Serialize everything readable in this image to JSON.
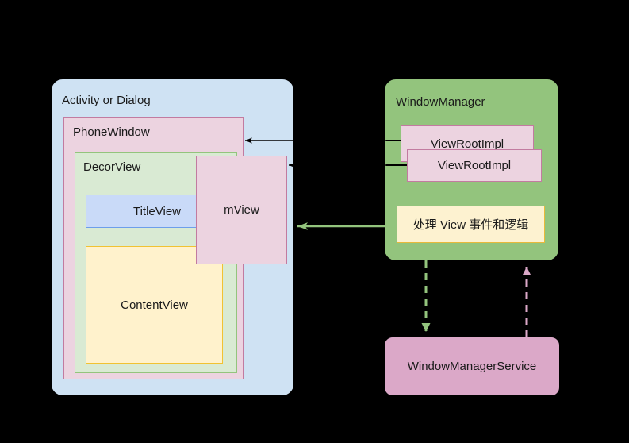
{
  "diagram": {
    "title": "Android Window / View hierarchy",
    "background_color": "#000000",
    "nodes": {
      "activity": {
        "label": "Activity or Dialog",
        "fill": "#cfe2f3",
        "stroke": "#cfe2f3",
        "shape": "rounded-rect"
      },
      "phone_window": {
        "label": "PhoneWindow",
        "fill": "#ecd3e0",
        "stroke": "#c27ba0",
        "shape": "rect"
      },
      "decor_view": {
        "label": "DecorView",
        "fill": "#d9ead3",
        "stroke": "#93c47d",
        "shape": "rect"
      },
      "title_view": {
        "label": "TitleView",
        "fill": "#c9daf8",
        "stroke": "#6d9eeb",
        "shape": "rect"
      },
      "content_view": {
        "label": "ContentView",
        "fill": "#fff2cc",
        "stroke": "#f1c232",
        "shape": "rect"
      },
      "m_view": {
        "label": "mView",
        "fill": "#ecd3e0",
        "stroke": "#c27ba0",
        "shape": "rect"
      },
      "window_manager": {
        "label": "WindowManager",
        "fill": "#93c47d",
        "stroke": "#93c47d",
        "shape": "rounded-rect"
      },
      "view_root_impl_back": {
        "label": "ViewRootImpl",
        "fill": "#ecd3e0",
        "stroke": "#c27ba0",
        "shape": "rect"
      },
      "view_root_impl_front": {
        "label": "ViewRootImpl",
        "fill": "#ecd3e0",
        "stroke": "#c27ba0",
        "shape": "rect"
      },
      "handler_note": {
        "label": "处理 View 事件和逻辑",
        "fill": "#fdf2d0",
        "stroke": "#e8b93a",
        "shape": "rect"
      },
      "window_manager_service": {
        "label": "WindowManagerService",
        "fill": "#dba8c8",
        "stroke": "#dba8c8",
        "shape": "rounded-rect"
      }
    },
    "edges": [
      {
        "name": "viewrootimpl-back-to-phonewindow",
        "from": "view_root_impl_back",
        "to": "phone_window",
        "style": "solid",
        "color": "#000000",
        "direction": "left"
      },
      {
        "name": "viewrootimpl-front-to-mview",
        "from": "view_root_impl_front",
        "to": "m_view",
        "style": "solid",
        "color": "#000000",
        "direction": "left"
      },
      {
        "name": "handler-note-to-mview",
        "from": "handler_note",
        "to": "m_view",
        "style": "solid",
        "color": "#93c47d",
        "direction": "left"
      },
      {
        "name": "windowmanager-to-windowmanagerservice",
        "from": "window_manager",
        "to": "window_manager_service",
        "style": "dashed",
        "color": "#93c47d",
        "direction": "down"
      },
      {
        "name": "windowmanagerservice-to-windowmanager",
        "from": "window_manager_service",
        "to": "window_manager",
        "style": "dashed",
        "color": "#dba8c8",
        "direction": "up"
      }
    ]
  }
}
